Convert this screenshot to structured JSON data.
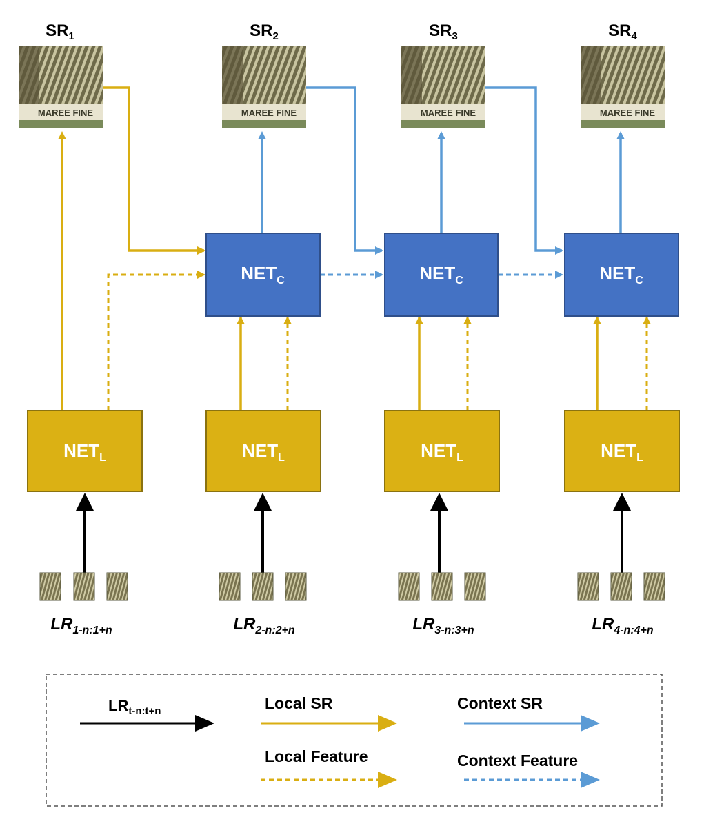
{
  "sr_labels": [
    {
      "base": "SR",
      "sub": "1"
    },
    {
      "base": "SR",
      "sub": "2"
    },
    {
      "base": "SR",
      "sub": "3"
    },
    {
      "base": "SR",
      "sub": "4"
    }
  ],
  "sr_image_text": "MAREE FINE",
  "net_c": {
    "base": "NET",
    "sub": "C"
  },
  "net_l": {
    "base": "NET",
    "sub": "L"
  },
  "lr_labels": [
    {
      "base": "LR",
      "sub": "1-n:1+n"
    },
    {
      "base": "LR",
      "sub": "2-n:2+n"
    },
    {
      "base": "LR",
      "sub": "3-n:3+n"
    },
    {
      "base": "LR",
      "sub": "4-n:4+n"
    }
  ],
  "legend": {
    "lr": {
      "base": "LR",
      "sub": "t-n:t+n"
    },
    "local_sr": "Local SR",
    "local_feature": "Local Feature",
    "context_sr": "Context SR",
    "context_feature": "Context Feature"
  },
  "colors": {
    "local": "#d9ae12",
    "context": "#5b9bd5",
    "net_c_fill": "#4472c4",
    "net_c_stroke": "#2f4f8a",
    "net_l_fill": "#dbb114",
    "net_l_stroke": "#8a7210",
    "black": "#000000"
  }
}
